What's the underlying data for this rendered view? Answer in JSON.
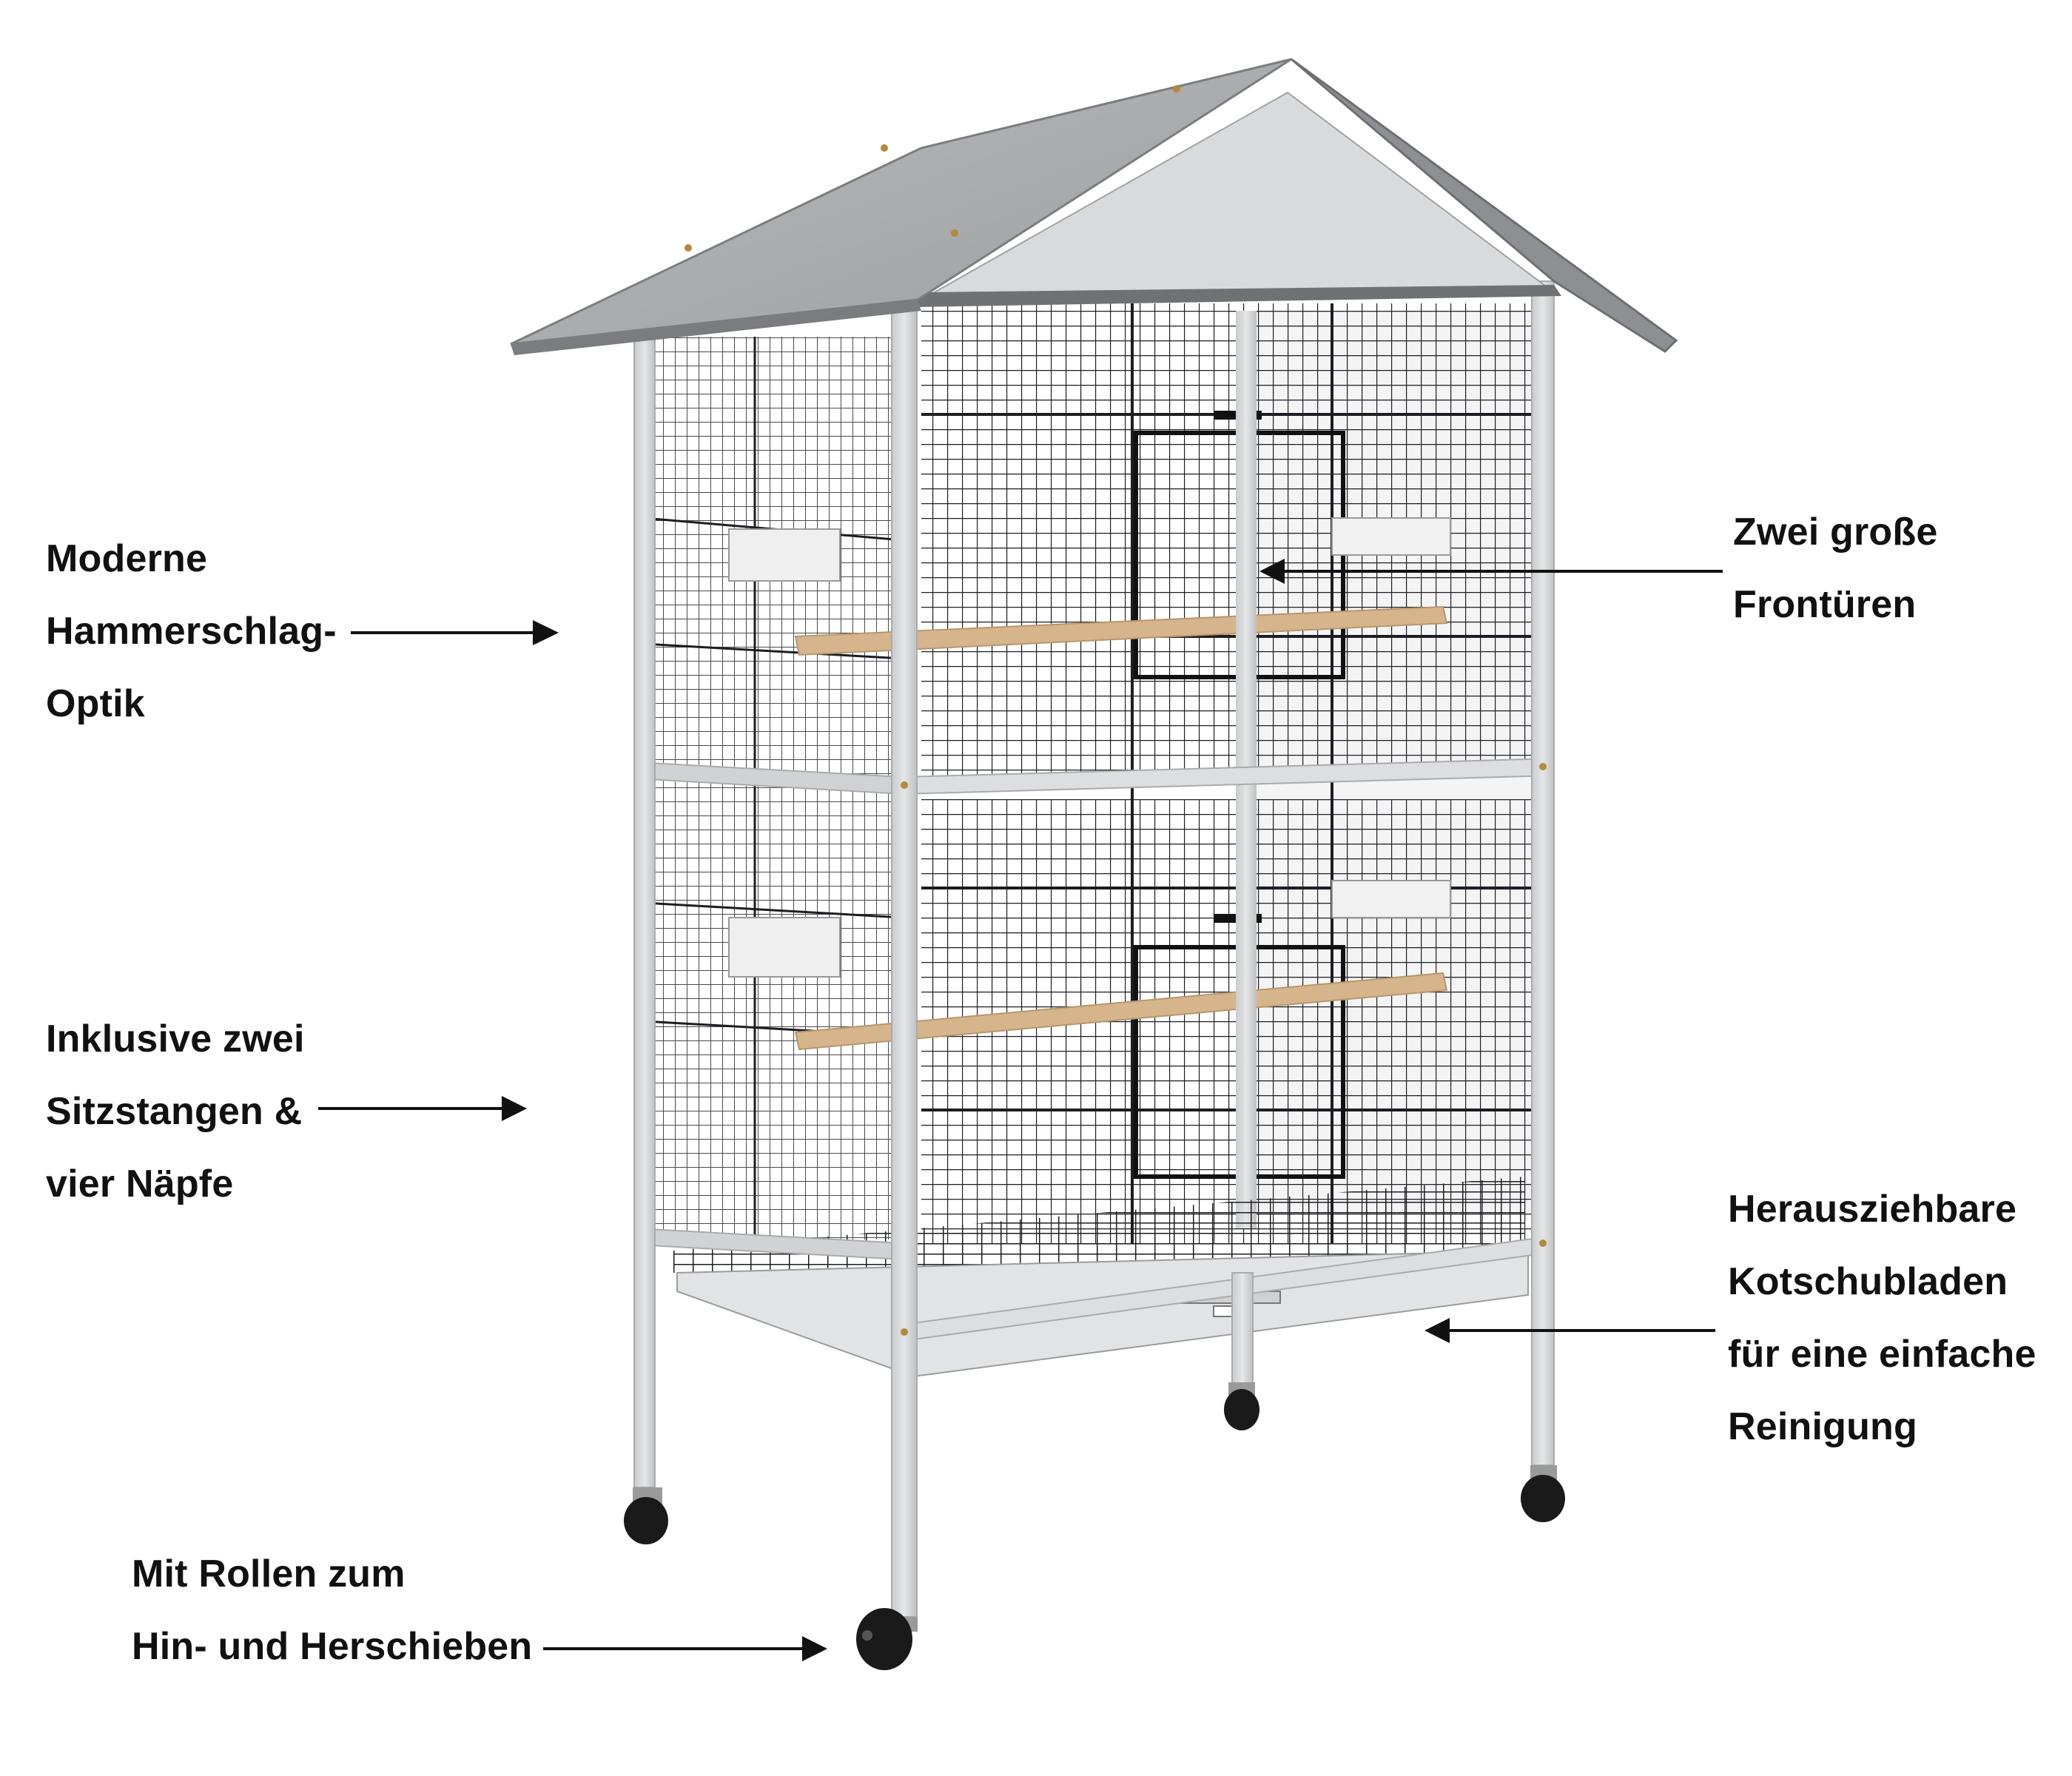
{
  "annotations": {
    "finish": {
      "lines": [
        "Moderne",
        "Hammerschlag-",
        "Optik"
      ]
    },
    "perches": {
      "lines": [
        "Inklusive zwei",
        "Sitzstangen &",
        "vier Näpfe"
      ]
    },
    "wheels": {
      "lines": [
        "Mit Rollen zum",
        "Hin- und Herschieben"
      ]
    },
    "doors": {
      "lines": [
        "Zwei große",
        "Frontüren"
      ]
    },
    "drawers": {
      "lines": [
        "Herausziehbare",
        "Kotschubladen",
        "für eine einfache",
        "Reinigung"
      ]
    }
  },
  "colors": {
    "text": "#111111",
    "roof": "#a4a6a8",
    "frame": "#d6d8d9",
    "wire": "#1d1d24",
    "perch": "#d7b58c",
    "wheel": "#1a1a1a",
    "background": "#ffffff"
  }
}
